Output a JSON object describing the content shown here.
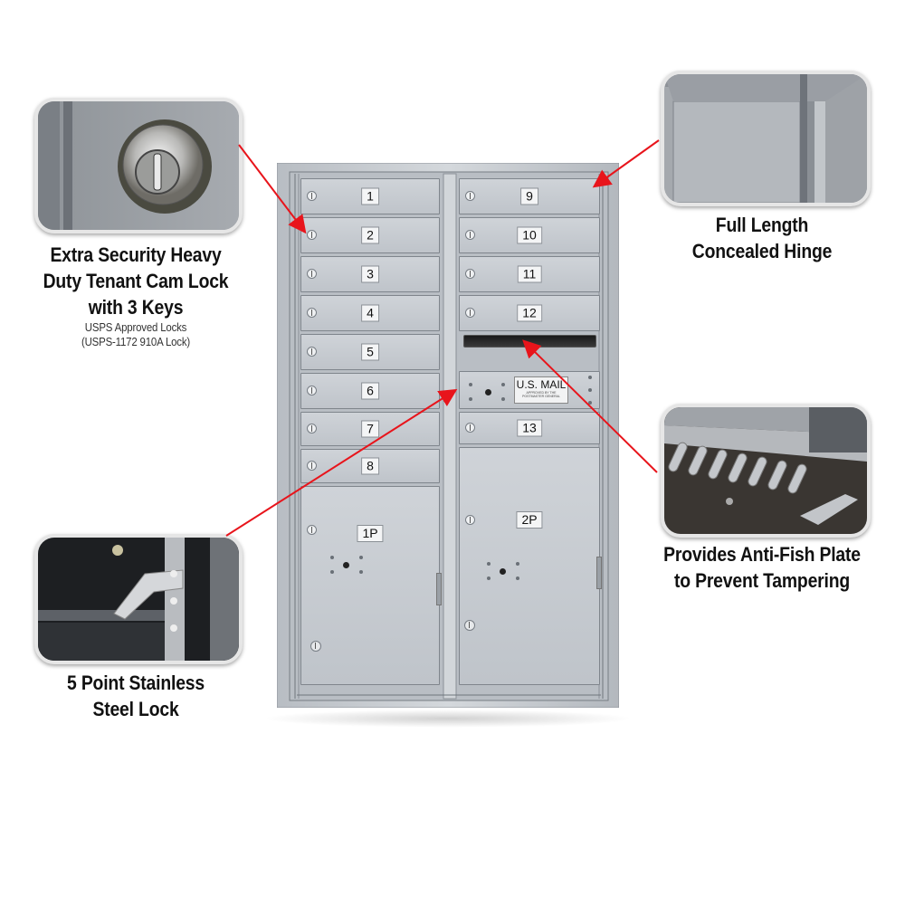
{
  "callouts": {
    "cam_lock": {
      "title_lines": [
        "Extra Security Heavy",
        "Duty Tenant Cam Lock",
        "with 3 Keys"
      ],
      "sub_lines": [
        "USPS Approved Locks",
        "(USPS-1172 910A Lock)"
      ]
    },
    "hinge": {
      "title_lines": [
        "Full Length",
        "Concealed Hinge"
      ]
    },
    "anti_fish": {
      "title_lines": [
        "Provides Anti-Fish Plate",
        "to Prevent Tampering"
      ]
    },
    "steel_lock": {
      "title_lines": [
        "5 Point Stainless",
        "Steel Lock"
      ]
    }
  },
  "mailbox": {
    "left_doors": [
      "1",
      "2",
      "3",
      "4",
      "5",
      "6",
      "7",
      "8"
    ],
    "right_doors": [
      "9",
      "10",
      "11",
      "12"
    ],
    "right_lower_door": "13",
    "parcel_left": "1P",
    "parcel_right": "2P",
    "outgoing_label": "U.S. MAIL",
    "outgoing_sublabel": "APPROVED BY THE POSTMASTER GENERAL"
  },
  "colors": {
    "arrow": "#e8141b",
    "panel": "#c6cacf",
    "frame": "#aeb3b9"
  }
}
